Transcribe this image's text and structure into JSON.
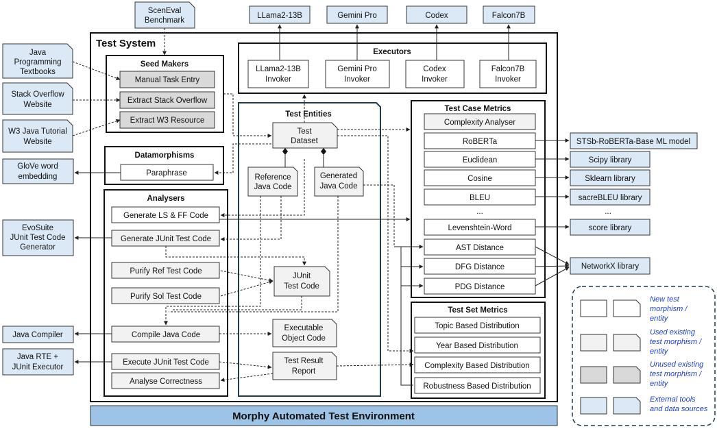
{
  "test_system": {
    "title": "Test System"
  },
  "footer": {
    "label": "Morphy Automated Test Environment"
  },
  "external_top": {
    "sceneval": "ScenEval Benchmark",
    "llama": "LLama2-13B",
    "gemini": "Gemini Pro",
    "codex": "Codex",
    "falcon": "Falcon7B"
  },
  "external_left": {
    "java_textbooks": "Java Programming Textbooks",
    "stack_overflow": "Stack Overflow Website",
    "w3_tutorial": "W3 Java Tutorial Website",
    "glove": "GloVe word embedding",
    "evosuite": "EvoSuite JUnit Test Code Generator",
    "java_compiler": "Java Compiler",
    "java_rte": "Java RTE + JUnit Executor"
  },
  "external_right": {
    "stsb": "STSb-RoBERTa-Base ML model",
    "scipy": "Scipy library",
    "sklearn": "Sklearn  library",
    "sacrebleu": "sacreBLEU library",
    "score": "score library",
    "networkx": "NetworkX library"
  },
  "seed_makers": {
    "title": "Seed Makers",
    "manual": "Manual Task Entry",
    "extract_so": "Extract Stack Overflow",
    "extract_w3": "Extract W3 Resource"
  },
  "datamorphisms": {
    "title": "Datamorphisms",
    "paraphrase": "Paraphrase"
  },
  "analysers": {
    "title": "Analysers",
    "gen_ls_ff": "Generate  LS & FF Code",
    "gen_junit": "Generate  JUnit Test Code",
    "purify_ref": "Purify Ref Test Code",
    "purify_sol": "Purify Sol Test Code",
    "compile": "Compile Java Code",
    "execute": "Execute JUnit Test Code",
    "analyse": "Analyse Correctness"
  },
  "executors": {
    "title": "Executors",
    "llama": "LLama2-13B Invoker",
    "gemini": "Gemini Pro Invoker",
    "codex": "Codex Invoker",
    "falcon": "Falcon7B Invoker"
  },
  "test_entities": {
    "title": "Test Entities",
    "dataset": "Test Dataset",
    "reference": "Reference Java Code",
    "generated": "Generated Java Code",
    "junit": "JUnit Test Code",
    "executable": "Executable Object Code",
    "result": "Test  Result Report"
  },
  "test_case_metrics": {
    "title": "Test Case Metrics",
    "complexity": "Complexity Analyser",
    "roberta": "RoBERTa",
    "euclidean": "Euclidean",
    "cosine": "Cosine",
    "bleu": "BLEU",
    "ellipsis": "...",
    "levenshtein": "Levenshtein-Word",
    "ast": "AST Distance",
    "dfg": "DFG Distance",
    "pdg": "PDG Distance"
  },
  "test_set_metrics": {
    "title": "Test Set Metrics",
    "topic": "Topic Based Distribution",
    "year": "Year Based Distribution",
    "complexity": "Complexity Based Distribution",
    "robustness": "Robustness Based Distribution"
  },
  "legend": {
    "new": "New test morphism / entity",
    "used": "Used  existing test morphism / entity",
    "unused": "Unused existing test morphism / entity",
    "external": "External tools and data sources"
  },
  "colors": {
    "external": "#dbe8f6",
    "used": "#f2f2f2",
    "unused": "#d9d9d9",
    "new": "#ffffff",
    "footer": "#9dc3e6",
    "legend_text": "#1f3fd6",
    "entities_border": "#1f3a4d"
  }
}
